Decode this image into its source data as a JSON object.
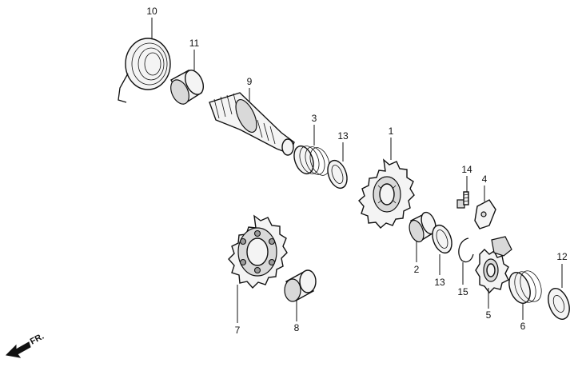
{
  "callouts": [
    {
      "id": "10",
      "label": "10"
    },
    {
      "id": "11",
      "label": "11"
    },
    {
      "id": "9",
      "label": "9"
    },
    {
      "id": "3",
      "label": "3"
    },
    {
      "id": "13a",
      "label": "13"
    },
    {
      "id": "1",
      "label": "1"
    },
    {
      "id": "14",
      "label": "14"
    },
    {
      "id": "4",
      "label": "4"
    },
    {
      "id": "2",
      "label": "2"
    },
    {
      "id": "13b",
      "label": "13"
    },
    {
      "id": "15",
      "label": "15"
    },
    {
      "id": "5",
      "label": "5"
    },
    {
      "id": "6",
      "label": "6"
    },
    {
      "id": "12",
      "label": "12"
    },
    {
      "id": "7",
      "label": "7"
    },
    {
      "id": "8",
      "label": "8"
    }
  ],
  "front_indicator": {
    "label": "FR."
  }
}
